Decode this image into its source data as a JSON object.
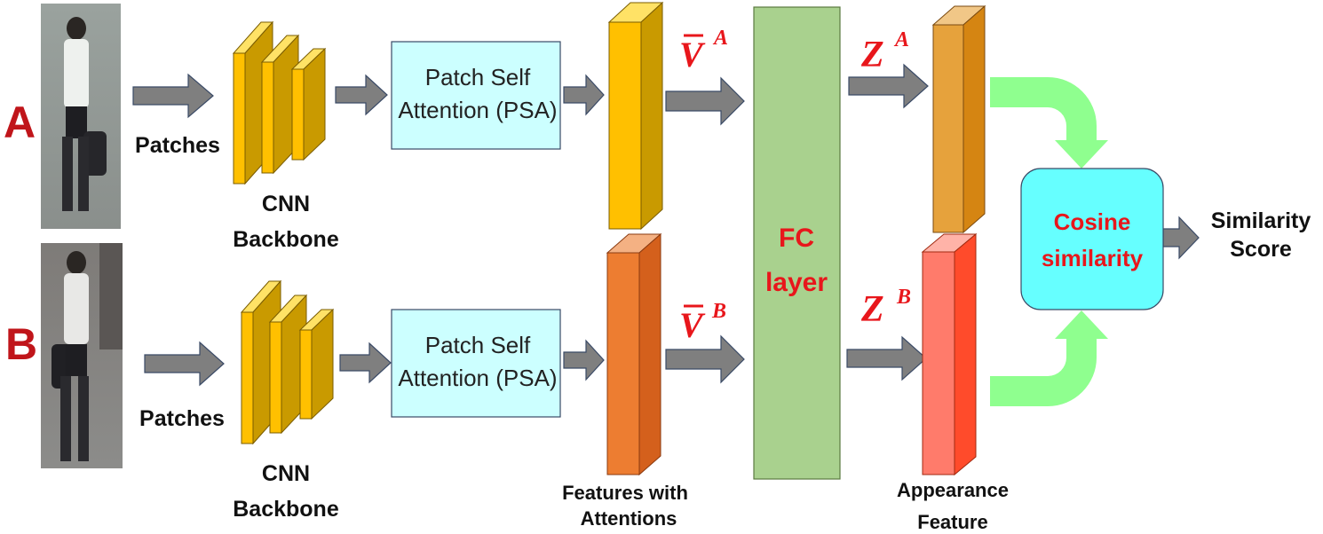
{
  "inputs": {
    "a": {
      "label": "A"
    },
    "b": {
      "label": "B"
    }
  },
  "labels": {
    "patches": "Patches",
    "cnn_line1": "CNN",
    "cnn_line2": "Backbone",
    "psa_line1": "Patch Self",
    "psa_line2": "Attention (PSA)",
    "v_base": "V",
    "v_a_sup": "A",
    "v_b_sup": "B",
    "z_base": "Z",
    "z_a_sup": "A",
    "z_b_sup": "B",
    "fc_line1": "FC",
    "fc_line2": "layer",
    "features_line1": "Features with",
    "features_line2": "Attentions",
    "appearance_line1": "Appearance",
    "appearance_line2": "Feature",
    "cosine_line1": "Cosine",
    "cosine_line2": "similarity",
    "score_line1": "Similarity",
    "score_line2": "Score"
  },
  "colors": {
    "input_label": "#c0151a",
    "math_label": "#e8161b",
    "arrow_gray": "#7f7f7f",
    "cnn_front": "#ffc000",
    "cnn_side": "#c99a00",
    "psa_fill": "#ccffff",
    "feat_a_front": "#ffc000",
    "feat_a_side": "#c99a00",
    "feat_b_front": "#ed7d31",
    "feat_b_side": "#d4601c",
    "fc_fill": "#a9d18e",
    "z_a_front": "#e6a23c",
    "z_a_side": "#d58512",
    "z_b_front": "#ff7b6b",
    "z_b_side": "#ff4b2b",
    "cosine_fill": "#66ffff",
    "cosine_text": "#e8161b",
    "curve_green": "#8fff8f"
  }
}
